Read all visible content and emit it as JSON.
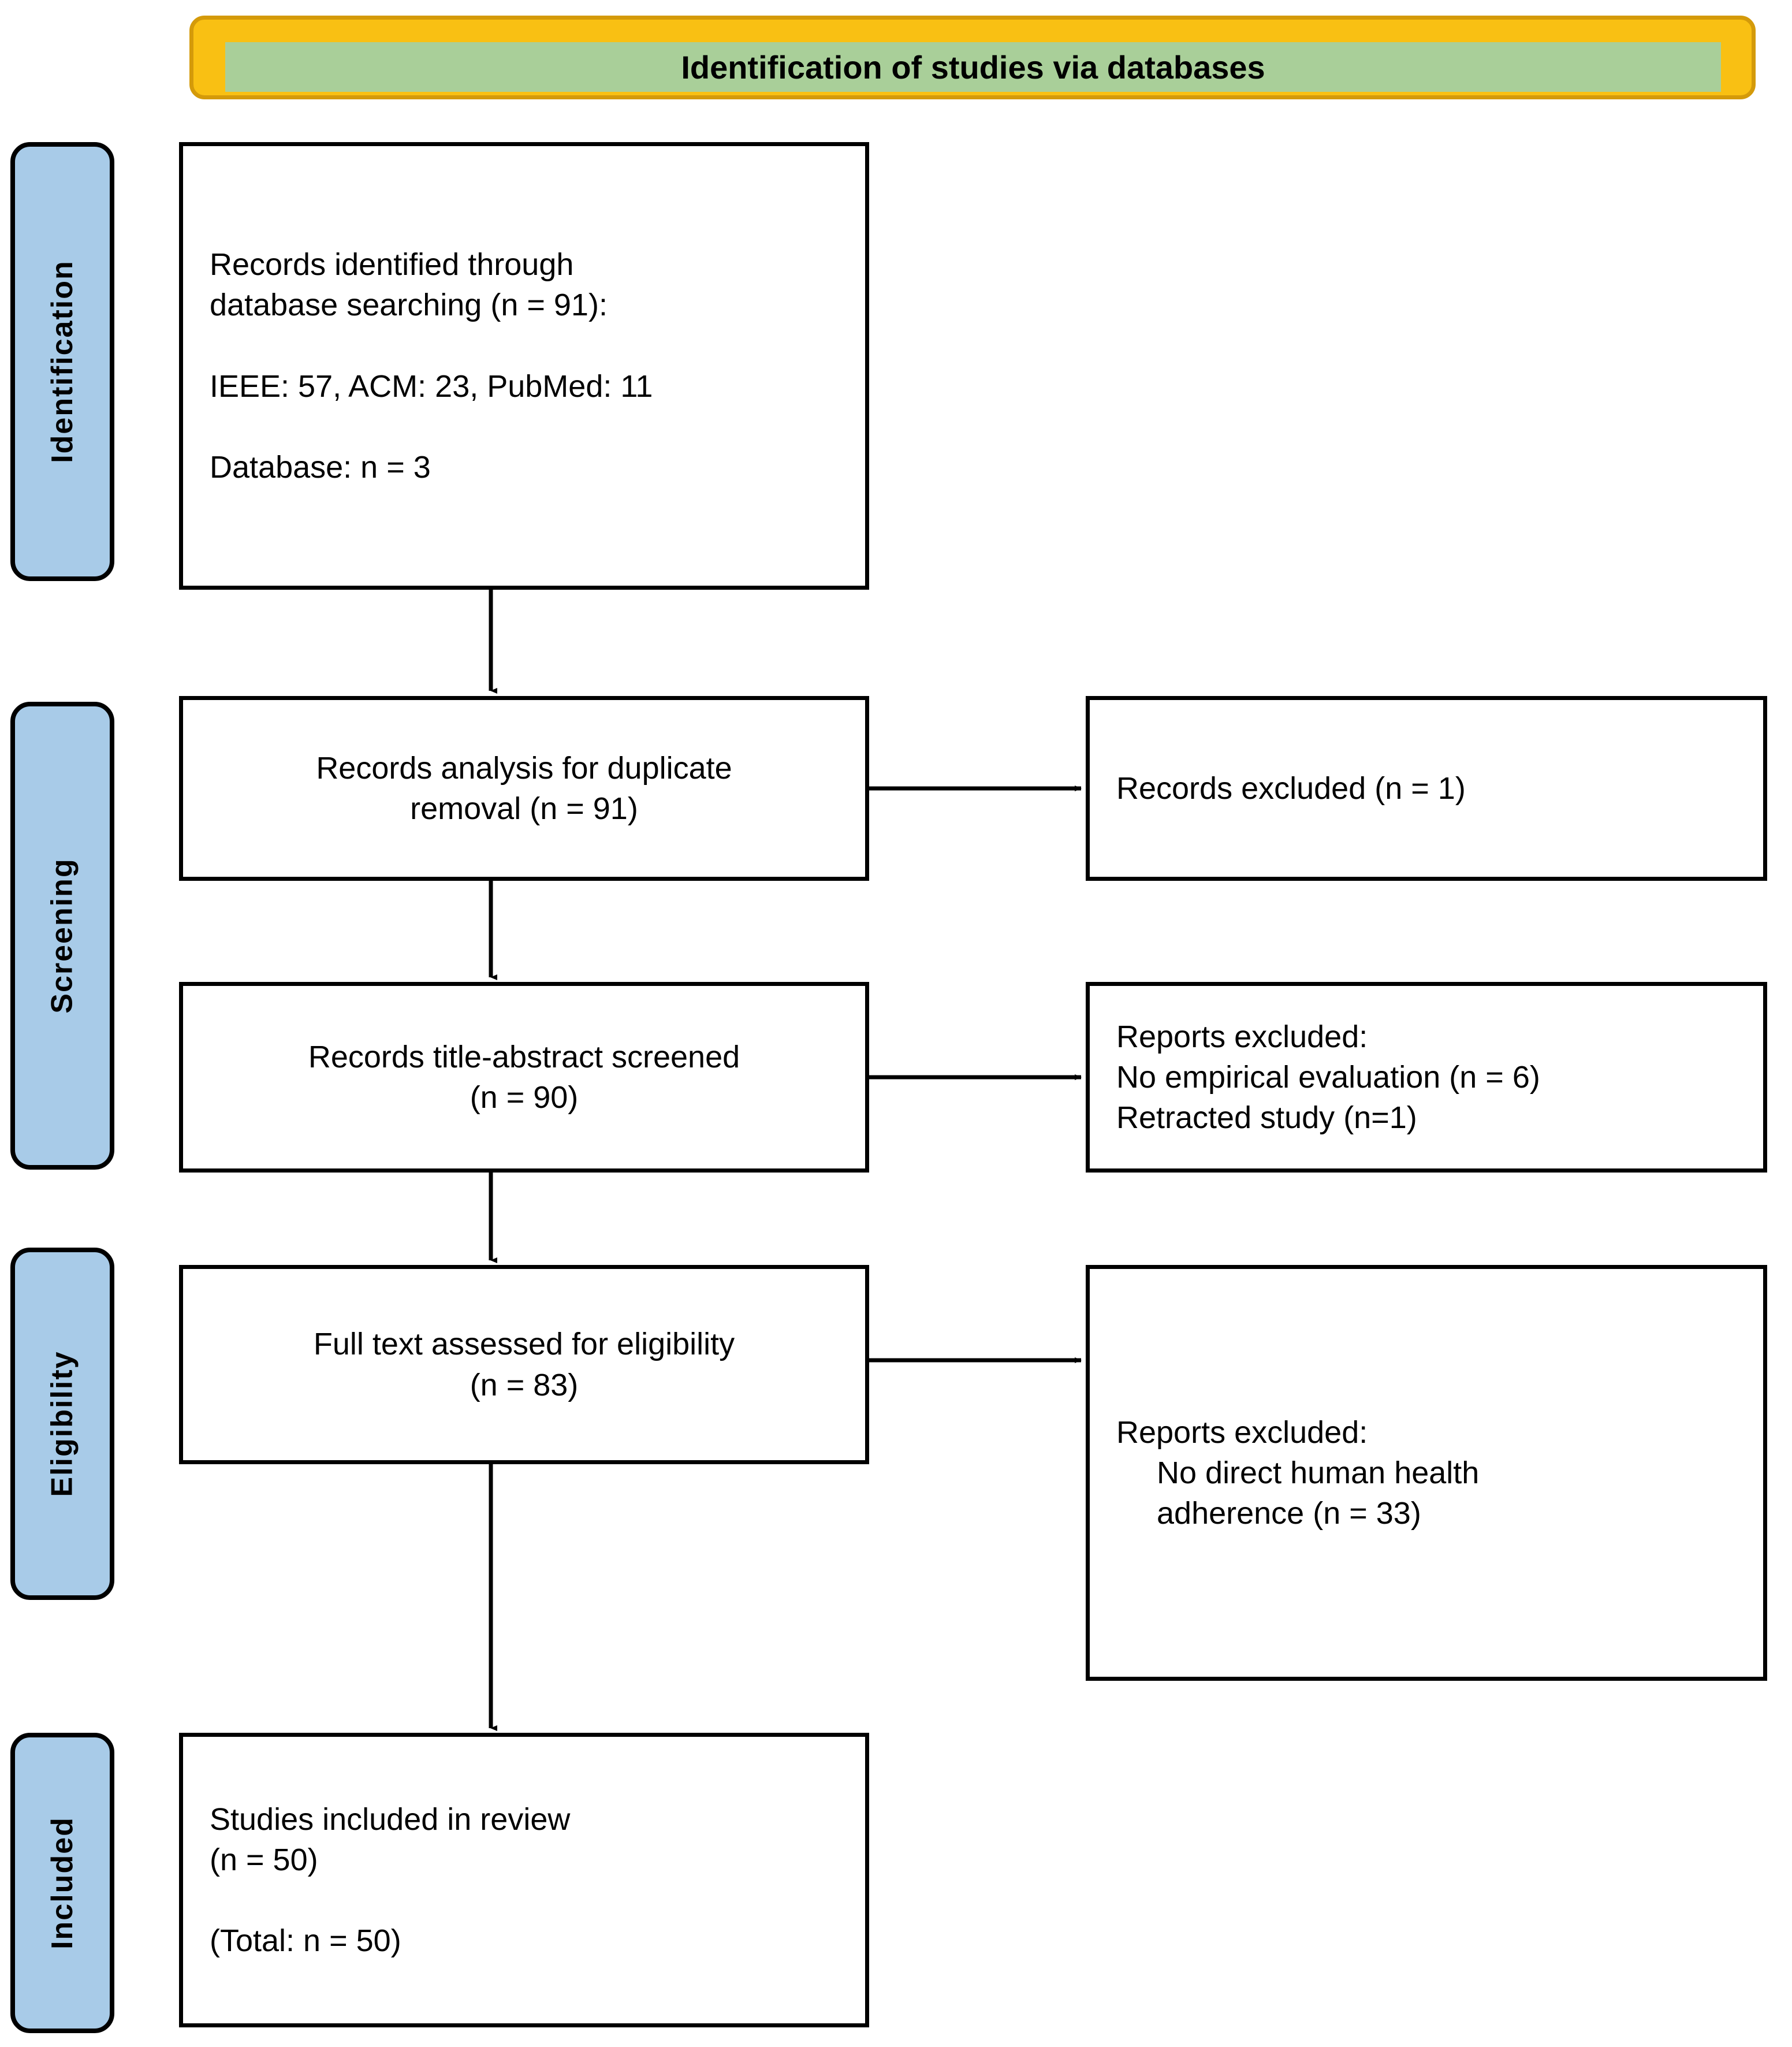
{
  "header": {
    "title": "Identification of studies via databases",
    "outer_color": "#F9C013",
    "band_color": "#A9CF99"
  },
  "stages": [
    {
      "label": "Identification"
    },
    {
      "label": "Screening"
    },
    {
      "label": "Eligibility"
    },
    {
      "label": "Included"
    }
  ],
  "boxes": {
    "identified": {
      "line1": "Records identified through",
      "line2": "database searching (n = 91):",
      "line3": "IEEE: 57, ACM: 23, PubMed: 11",
      "line4": "Database: n = 3"
    },
    "duplicate_removal": {
      "line1": "Records analysis for duplicate",
      "line2": "removal (n = 91)"
    },
    "records_excluded": {
      "line1": "Records excluded (n = 1)"
    },
    "title_abstract": {
      "line1": "Records title-abstract screened",
      "line2": "(n = 90)"
    },
    "reports_excluded_screening": {
      "line1": "Reports excluded:",
      "line2": "No empirical evaluation (n = 6)",
      "line3": "Retracted study (n=1)"
    },
    "full_text": {
      "line1": "Full text assessed for eligibility",
      "line2": "(n = 83)"
    },
    "reports_excluded_eligibility": {
      "line1": "Reports excluded:",
      "line2": "No direct human health",
      "line3": "adherence (n = 33)"
    },
    "included": {
      "line1": "Studies included in review",
      "line2": "(n = 50)",
      "line3": "(Total: n = 50)"
    }
  }
}
